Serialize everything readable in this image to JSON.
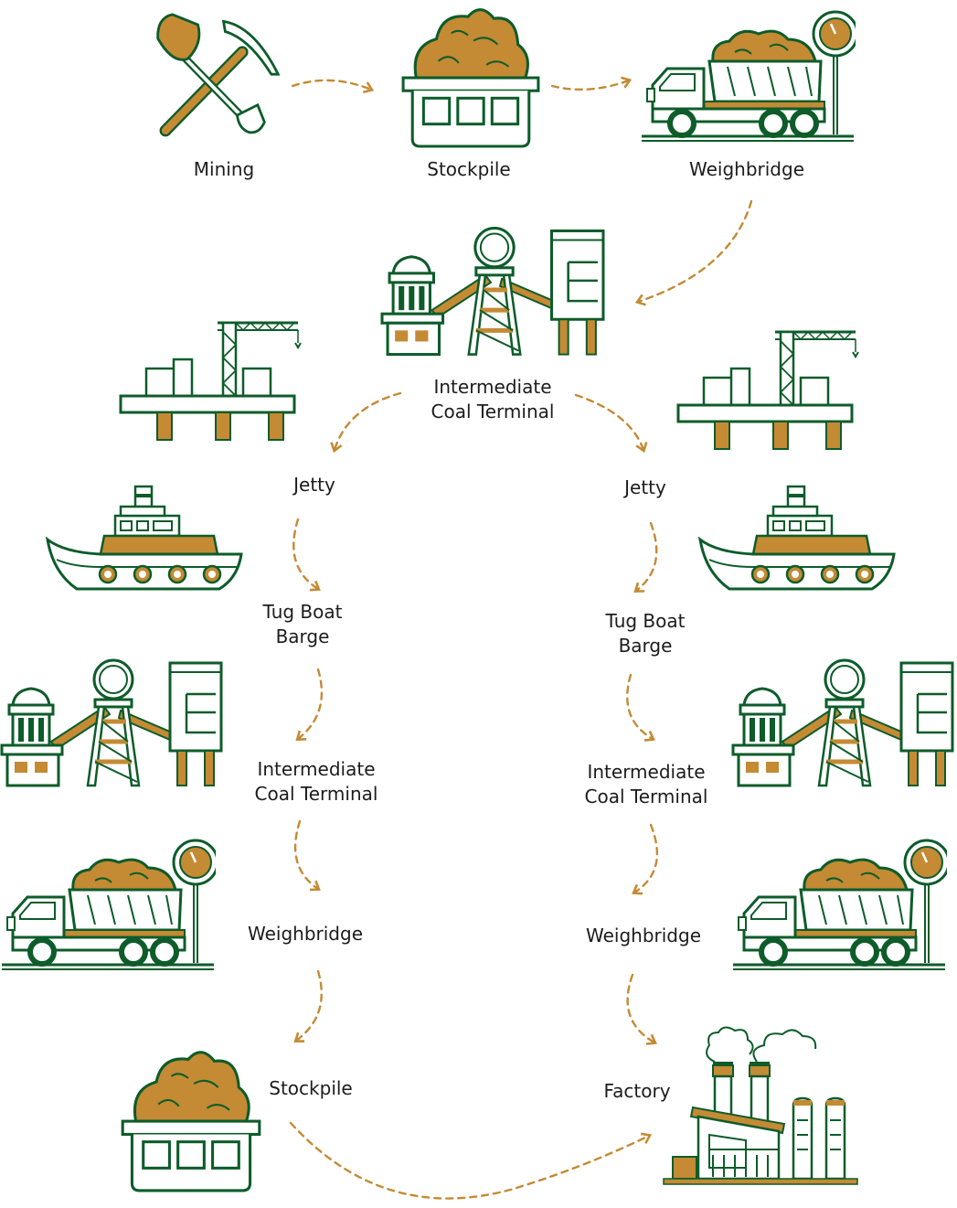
{
  "colors": {
    "accent_green": "#0d5c2a",
    "accent_gold": "#c48a34",
    "arrow": "#c48a34",
    "text": "#1c1c1c",
    "background": "#ffffff"
  },
  "icons": {
    "mining": "mining-tools-icon",
    "stockpile": "stockpile-icon",
    "weighbridge": "weighbridge-truck-icon",
    "terminal": "coal-terminal-icon",
    "jetty": "jetty-crane-icon",
    "tug_boat": "tug-boat-icon",
    "factory": "factory-icon"
  },
  "top_row": {
    "mining": "Mining",
    "stockpile": "Stockpile",
    "weighbridge": "Weighbridge"
  },
  "center": {
    "terminal": "Intermediate\nCoal Terminal"
  },
  "left_branch": {
    "jetty": "Jetty",
    "tug_boat_barge": "Tug Boat\nBarge",
    "terminal": "Intermediate\nCoal Terminal",
    "weighbridge": "Weighbridge",
    "stockpile": "Stockpile"
  },
  "right_branch": {
    "jetty": "Jetty",
    "tug_boat_barge": "Tug Boat\nBarge",
    "terminal": "Intermediate\nCoal Terminal",
    "weighbridge": "Weighbridge",
    "factory": "Factory"
  }
}
